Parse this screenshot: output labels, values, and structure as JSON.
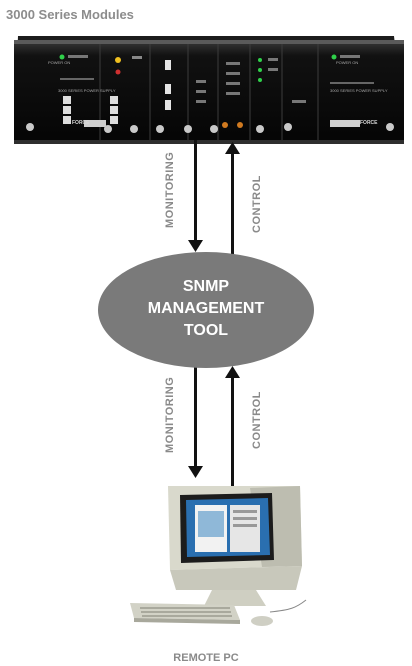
{
  "title": "3000 Series Modules",
  "rack": {
    "brand_left": "FORCE",
    "brand_right": "FORCE",
    "psu_left_label": "3000 SERIES POWER SUPPLY",
    "psu_right_label": "3000 SERIES POWER SUPPLY",
    "power_on_left": "POWER ON",
    "power_on_right": "POWER ON"
  },
  "upper_link": {
    "left_label": "MONITORING",
    "right_label": "CONTROL"
  },
  "tool": {
    "line1": "SNMP",
    "line2": "MANAGEMENT",
    "line3": "TOOL"
  },
  "lower_link": {
    "left_label": "MONITORING",
    "right_label": "CONTROL"
  },
  "remote_label": "REMOTE PC",
  "colors": {
    "rack": "#141414",
    "ellipse": "#7a7a7a",
    "label": "#8a8a8a"
  }
}
